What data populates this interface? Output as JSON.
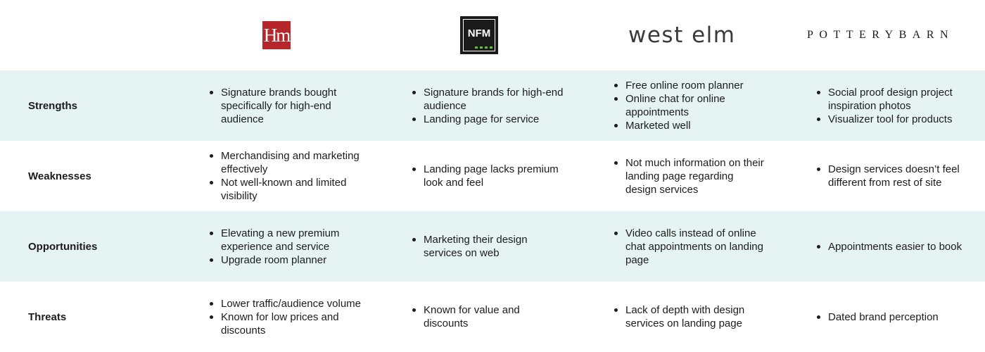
{
  "brands": [
    {
      "id": "hm",
      "logo_text": "Hm",
      "accent": "#b5272a"
    },
    {
      "id": "nfm",
      "logo_text": "NFM",
      "accent": "#5cc23a"
    },
    {
      "id": "westelm",
      "logo_text": "west elm"
    },
    {
      "id": "potterybarn",
      "logo_text": "POTTERYBARN"
    }
  ],
  "colors": {
    "row_shade": "#e5f3f3",
    "text": "#1c1c1c"
  },
  "rows": [
    {
      "label": "Strengths",
      "cells": [
        [
          "Signature brands bought specifically for high-end audience"
        ],
        [
          "Signature brands for high-end audience",
          "Landing page for service"
        ],
        [
          "Free online room planner",
          "Online chat for online appointments",
          "Marketed well"
        ],
        [
          "Social proof design project inspiration photos",
          "Visualizer tool for products"
        ]
      ]
    },
    {
      "label": "Weaknesses",
      "cells": [
        [
          "Merchandising and marketing effectively",
          "Not well-known and limited visibility"
        ],
        [
          "Landing page lacks premium look and feel"
        ],
        [
          "Not much information on their landing page regarding design services"
        ],
        [
          "Design services doesn’t feel different from rest of site"
        ]
      ]
    },
    {
      "label": "Opportunities",
      "cells": [
        [
          "Elevating a new premium experience and service",
          "Upgrade room planner"
        ],
        [
          "Marketing their design services on web"
        ],
        [
          "Video calls instead of online chat appointments on landing page"
        ],
        [
          "Appointments easier to book"
        ]
      ]
    },
    {
      "label": "Threats",
      "cells": [
        [
          "Lower traffic/audience volume",
          "Known for low prices and discounts"
        ],
        [
          "Known for value and discounts"
        ],
        [
          "Lack of depth with design services on landing page"
        ],
        [
          "Dated brand perception"
        ]
      ]
    }
  ]
}
